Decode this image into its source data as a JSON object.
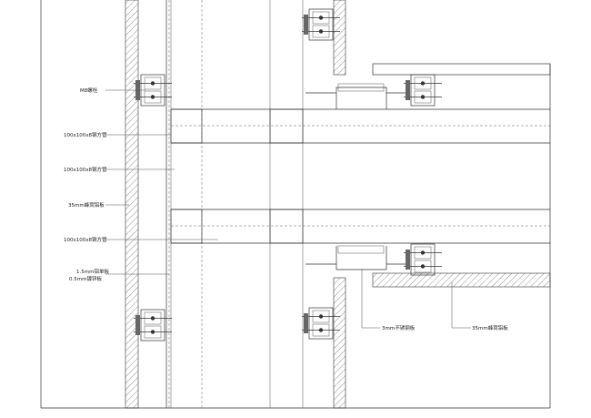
{
  "labels": {
    "m8": "M8螺栓",
    "tube1": "100x100x8钢方管",
    "tube2": "100x100x8钢方管",
    "stone": "35mm蜂窝铝板",
    "tube3": "100x100x8钢方管",
    "sheet1": "1.5mm铝单板",
    "sheet2": "0.5mm镀锌板",
    "plate3": "3mm不锈钢板",
    "stone2": "35mm蜂窝铝板"
  },
  "colors": {
    "line": "#333333",
    "background": "#ffffff"
  }
}
